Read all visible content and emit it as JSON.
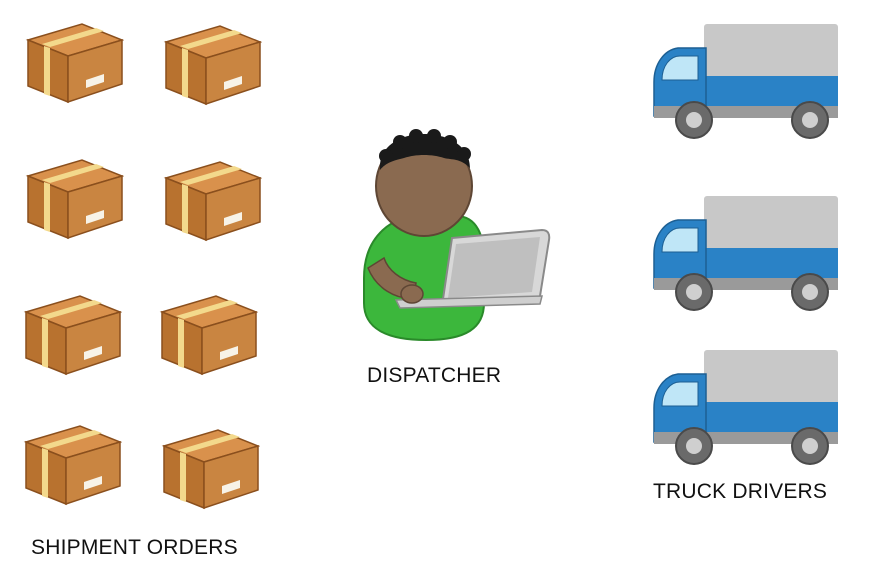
{
  "labels": {
    "shipment_orders": "SHIPMENT ORDERS",
    "dispatcher": "DISPATCHER",
    "truck_drivers": "TRUCK DRIVERS"
  },
  "icons": {
    "box": "box-icon",
    "truck": "truck-icon",
    "person": "person-with-laptop-icon"
  },
  "colors": {
    "box_side": "#c07a36",
    "box_tape": "#f3d98c",
    "truck_cab": "#2a82c6",
    "truck_cargo": "#c8c8c8",
    "person_shirt": "#3cb73c",
    "person_skin": "#8a6a50"
  }
}
